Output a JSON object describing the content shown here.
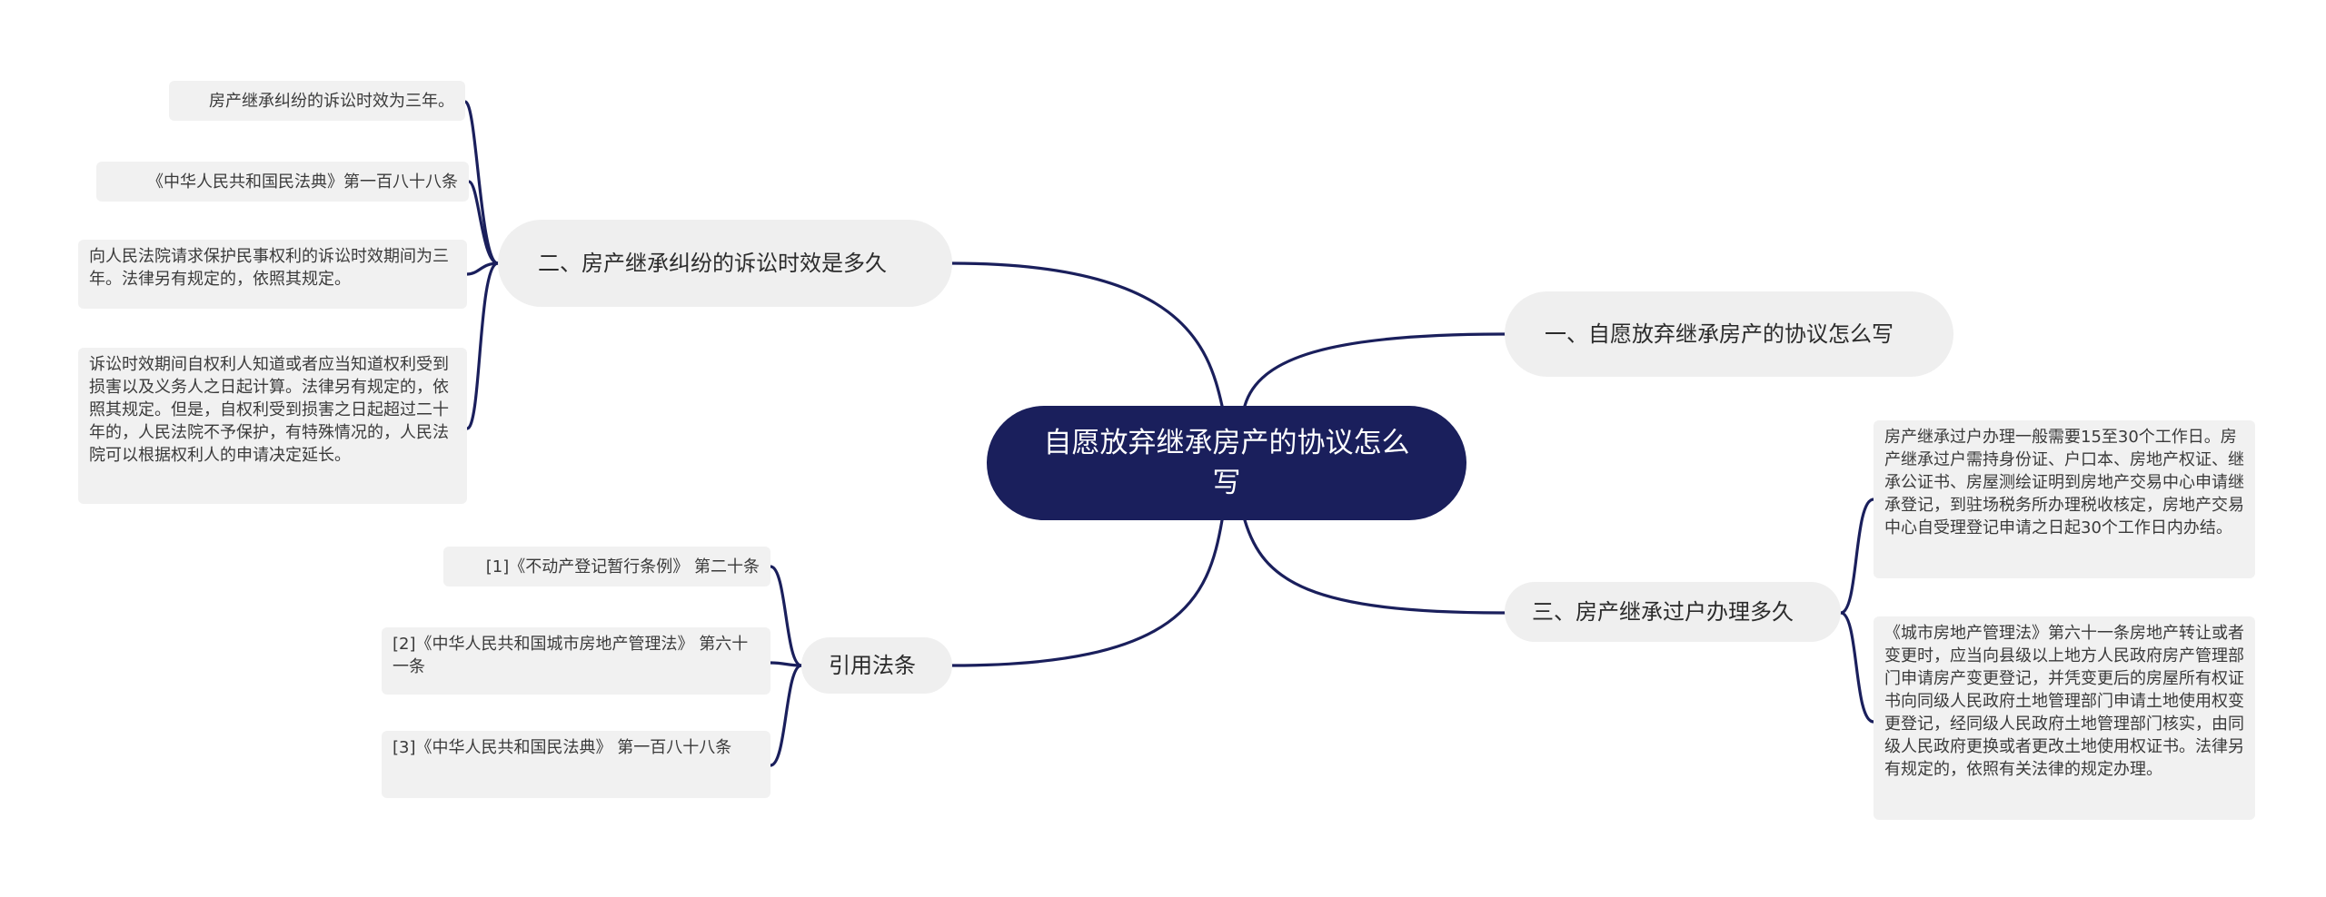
{
  "root": {
    "title": "自愿放弃继承房产的协议怎么写"
  },
  "branches": [
    {
      "title": "一、自愿放弃继承房产的协议怎么写",
      "leaves": []
    },
    {
      "title": "二、房产继承纠纷的诉讼时效是多久",
      "leaves": [
        "房产继承纠纷的诉讼时效为三年。",
        "《中华人民共和国民法典》第一百八十八条",
        "向人民法院请求保护民事权利的诉讼时效期间为三年。法律另有规定的，依照其规定。",
        "诉讼时效期间自权利人知道或者应当知道权利受到损害以及义务人之日起计算。法律另有规定的，依照其规定。但是，自权利受到损害之日起超过二十年的，人民法院不予保护，有特殊情况的，人民法院可以根据权利人的申请决定延长。"
      ]
    },
    {
      "title": "三、房产继承过户办理多久",
      "leaves": [
        "房产继承过户办理一般需要15至30个工作日。房产继承过户需持身份证、户口本、房地产权证、继承公证书、房屋测绘证明到房地产交易中心申请继承登记，到驻场税务所办理税收核定，房地产交易中心自受理登记申请之日起30个工作日内办结。",
        "《城市房地产管理法》第六十一条房地产转让或者变更时，应当向县级以上地方人民政府房产管理部门申请房产变更登记，并凭变更后的房屋所有权证书向同级人民政府土地管理部门申请土地使用权变更登记，经同级人民政府土地管理部门核实，由同级人民政府更换或者更改土地使用权证书。法律另有规定的，依照有关法律的规定办理。"
      ]
    },
    {
      "title": "引用法条",
      "leaves": [
        "[1]《不动产登记暂行条例》 第二十条",
        "[2]《中华人民共和国城市房地产管理法》 第六十一条",
        "[3]《中华人民共和国民法典》 第一百八十八条"
      ]
    }
  ],
  "colors": {
    "root_fill": "#1a1f5c",
    "connector": "#1a1f5c",
    "branch_fill": "#efefef",
    "leaf_fill": "#f1f1f1"
  }
}
